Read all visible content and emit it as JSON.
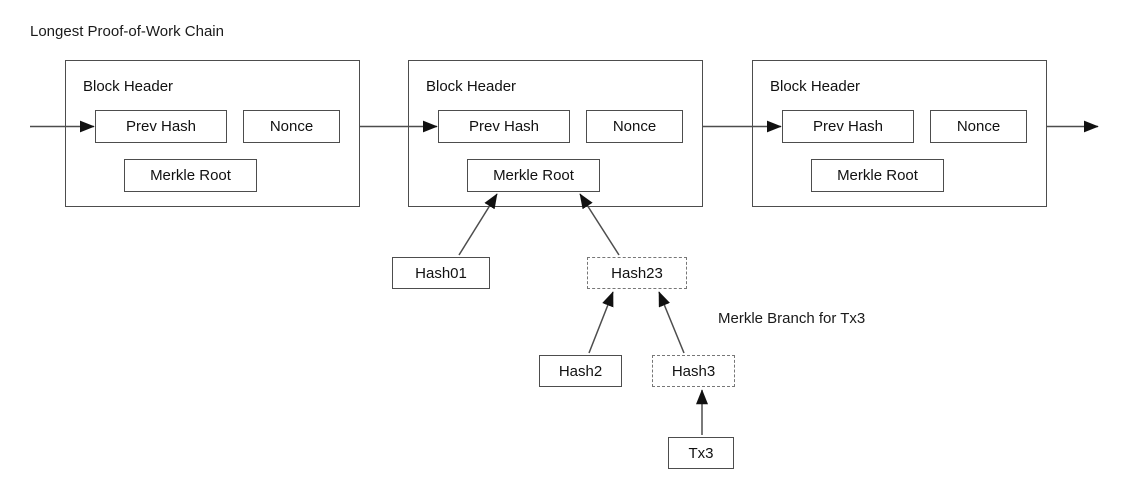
{
  "title": "Longest Proof-of-Work Chain",
  "annotation": "Merkle Branch for Tx3",
  "colors": {
    "line": "#4d4d4d",
    "arrowhead": "#111111",
    "box_border": "#4d4d4d",
    "dashed_border": "#777777",
    "text": "#1a1a1a",
    "background": "#ffffff"
  },
  "blocks": [
    {
      "title": "Block Header",
      "fields": {
        "prev_hash": "Prev Hash",
        "nonce": "Nonce",
        "merkle_root": "Merkle Root"
      }
    },
    {
      "title": "Block Header",
      "fields": {
        "prev_hash": "Prev Hash",
        "nonce": "Nonce",
        "merkle_root": "Merkle Root"
      }
    },
    {
      "title": "Block Header",
      "fields": {
        "prev_hash": "Prev Hash",
        "nonce": "Nonce",
        "merkle_root": "Merkle Root"
      }
    }
  ],
  "merkle_nodes": [
    {
      "label": "Hash01",
      "style": "solid"
    },
    {
      "label": "Hash23",
      "style": "dashed"
    },
    {
      "label": "Hash2",
      "style": "solid"
    },
    {
      "label": "Hash3",
      "style": "dashed"
    },
    {
      "label": "Tx3",
      "style": "solid"
    }
  ]
}
